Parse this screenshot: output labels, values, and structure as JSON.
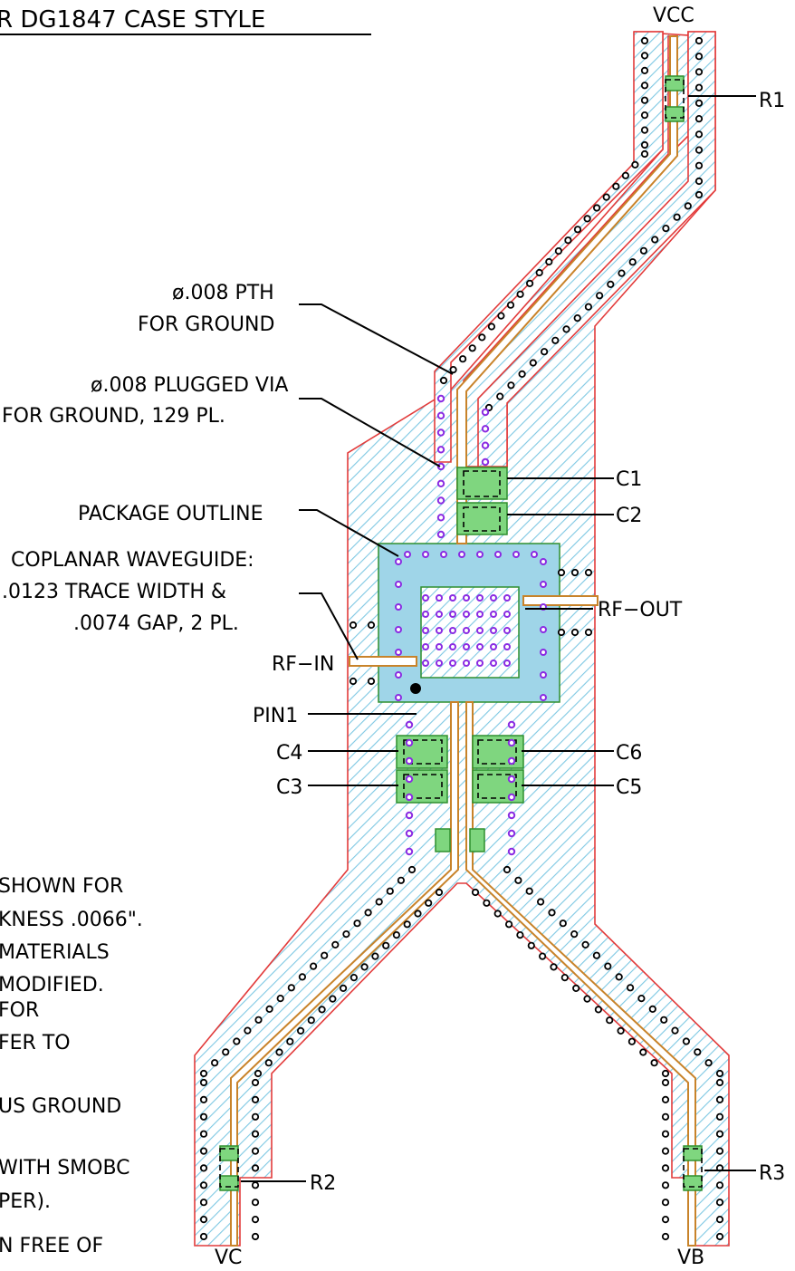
{
  "colors": {
    "copper": "#9fd5e8",
    "outline": "#e23b3b",
    "trace": "#c8832a",
    "pad": "#7fd67f",
    "plugged_via": "#8a2be2",
    "text": "#000000"
  },
  "title": "R DG1847 CASE STYLE",
  "nets": {
    "vcc": "VCC",
    "vc": "VC",
    "vb": "VB",
    "rf_in": "RF−IN",
    "rf_out": "RF−OUT",
    "pin1": "PIN1"
  },
  "components": {
    "r1": "R1",
    "r2": "R2",
    "r3": "R3",
    "c1": "C1",
    "c2": "C2",
    "c3": "C3",
    "c4": "C4",
    "c5": "C5",
    "c6": "C6"
  },
  "callouts": {
    "pth_line1": "ø.008 PTH",
    "pth_line2": "FOR GROUND",
    "via_line1": "ø.008 PLUGGED VIA",
    "via_line2": "FOR GROUND, 129 PL.",
    "package": "PACKAGE OUTLINE",
    "cpw_line1": "COPLANAR WAVEGUIDE:",
    "cpw_line2": ".0123 TRACE WIDTH &",
    "cpw_line3": ".0074 GAP, 2 PL."
  },
  "notes": [
    "SHOWN FOR",
    "KNESS .0066\".",
    " MATERIALS",
    "MODIFIED.",
    " FOR",
    "FER TO",
    "US GROUND",
    "WITH SMOBC",
    "PER).",
    "N FREE OF"
  ]
}
